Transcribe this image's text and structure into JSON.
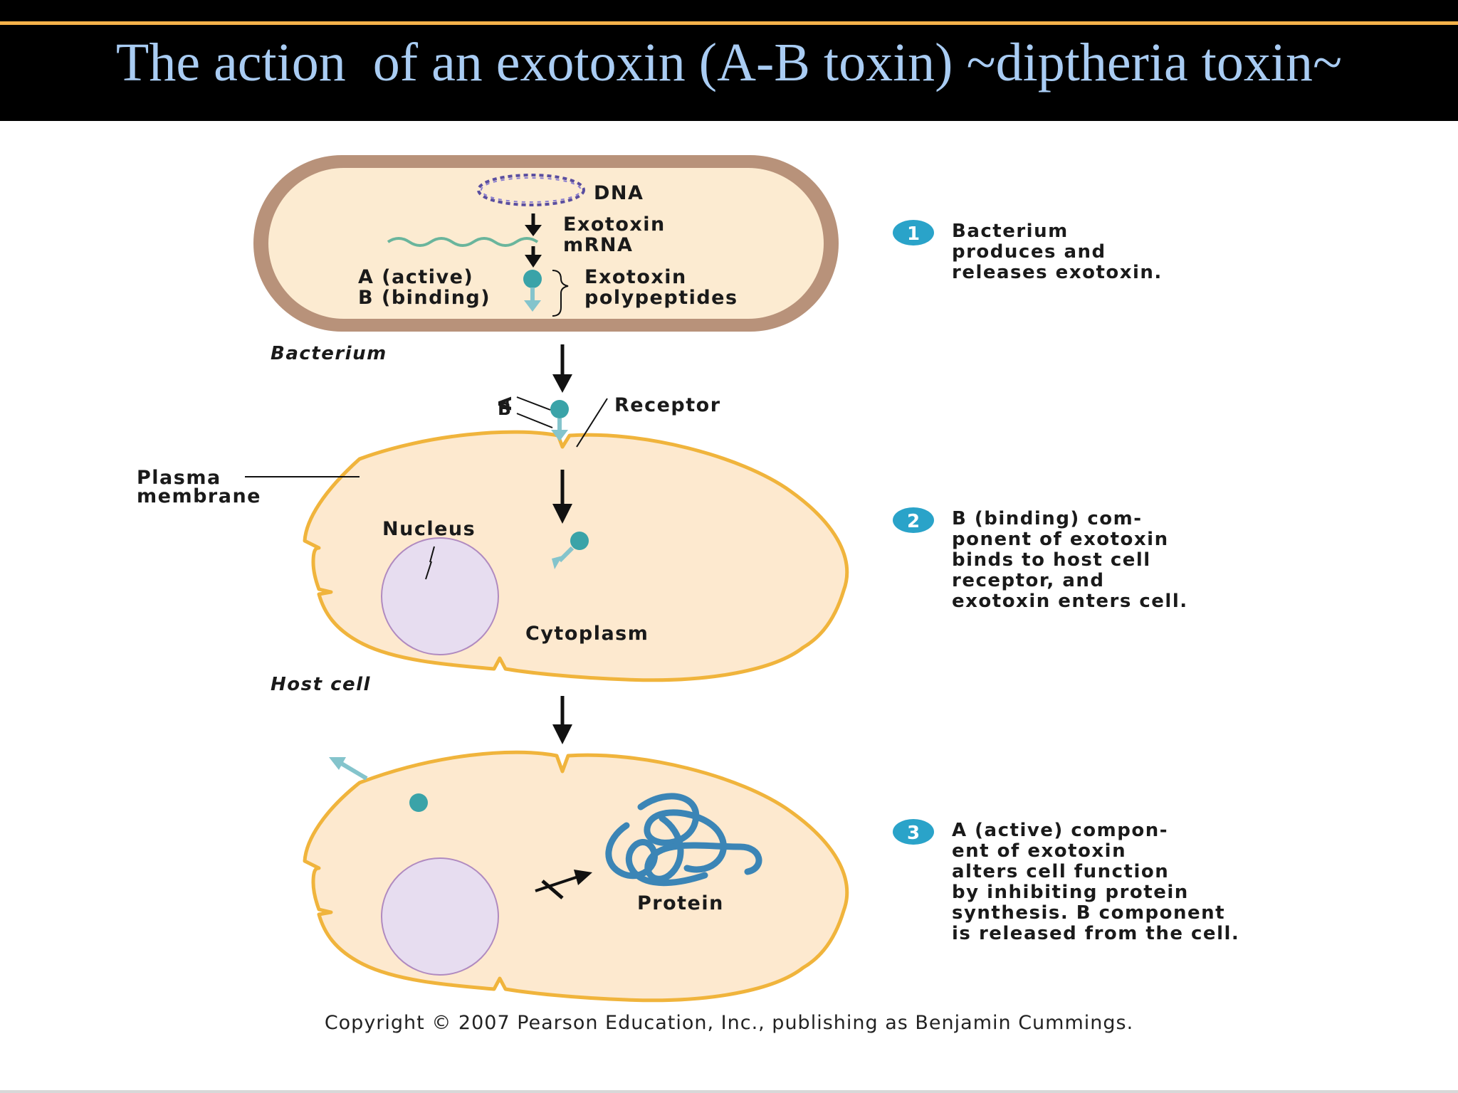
{
  "title": "The action  of an exotoxin (A-B toxin) ~diptheria toxin~",
  "colors": {
    "header_bg": "#000000",
    "title_text": "#a9ccf3",
    "header_rule": "#f6b24a",
    "bacterium_wall": "#b8927a",
    "bacterium_fill": "#fcebd1",
    "cell_membrane": "#f0b43c",
    "cell_fill": "#fde9cf",
    "nucleus_fill": "#e7ddf0",
    "toxin_teal": "#3aa3a8",
    "toxin_light": "#84c4cc",
    "protein_blue": "#3b85b6",
    "mrna_green": "#6ab59c",
    "dna_purple": "#5a4ea0"
  },
  "labels": {
    "dna": "DNA",
    "exotoxin_mrna_1": "Exotoxin",
    "exotoxin_mrna_2": "mRNA",
    "a_active": "A (active)",
    "b_binding": "B (binding)",
    "exotoxin_polypeptides_1": "Exotoxin",
    "exotoxin_polypeptides_2": "polypeptides",
    "bacterium": "Bacterium",
    "a": "A",
    "b": "B",
    "receptor": "Receptor",
    "plasma_membrane_1": "Plasma",
    "plasma_membrane_2": "membrane",
    "nucleus": "Nucleus",
    "cytoplasm": "Cytoplasm",
    "host_cell": "Host cell",
    "protein": "Protein"
  },
  "steps": [
    {
      "number": "1",
      "text": "Bacterium\nproduces and\nreleases exotoxin."
    },
    {
      "number": "2",
      "text": "B (binding) com-\nponent of exotoxin\nbinds to host cell\nreceptor, and\nexotoxin enters cell."
    },
    {
      "number": "3",
      "text": "A (active) compon-\nent of exotoxin\nalters cell function\nby inhibiting protein\nsynthesis. B component\nis released from the cell."
    }
  ],
  "copyright": "Copyright © 2007 Pearson Education, Inc., publishing as Benjamin Cummings."
}
